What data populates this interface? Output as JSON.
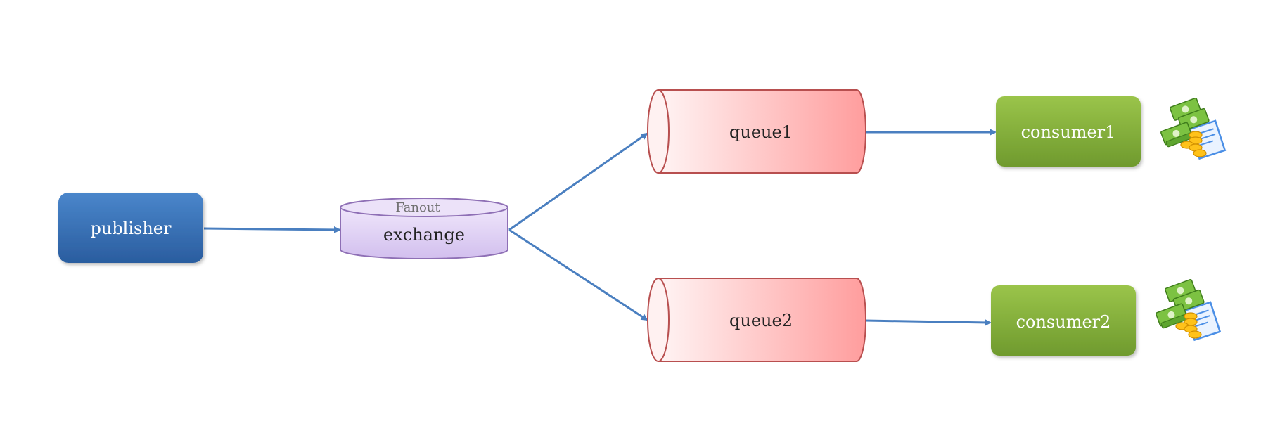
{
  "publisher": {
    "label": "publisher"
  },
  "exchange": {
    "type_label": "Fanout",
    "label": "exchange"
  },
  "queues": [
    {
      "label": "queue1"
    },
    {
      "label": "queue2"
    }
  ],
  "consumers": [
    {
      "label": "consumer1"
    },
    {
      "label": "consumer2"
    }
  ],
  "colors": {
    "publisher_top": "#4a86cb",
    "publisher_bottom": "#2a5d9f",
    "exchange_fill": "#dccdf0",
    "exchange_stroke": "#8e6fb5",
    "queue_light": "#fff1f1",
    "queue_dark": "#ff9f9f",
    "queue_stroke": "#b84f4f",
    "consumer_top": "#9ac44a",
    "consumer_bottom": "#6f9a2e",
    "arrow": "#4a7fc0",
    "money_green": "#7cc242",
    "coin_yellow": "#ffc21a",
    "receipt_blue": "#4b8fe6"
  },
  "icons": [
    "money-receipt-icon",
    "money-receipt-icon"
  ]
}
